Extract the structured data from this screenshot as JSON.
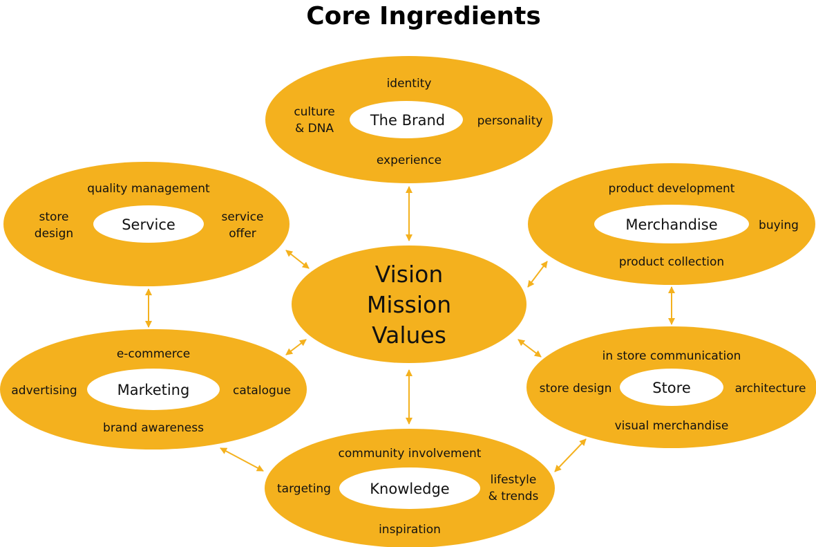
{
  "title": "Core Ingredients",
  "colors": {
    "accent": "#F4B11E",
    "inner": "#FFFFFF",
    "text": "#111111"
  },
  "hub": {
    "lines": [
      "Vision",
      "Mission",
      "Values"
    ]
  },
  "nodes": {
    "brand": {
      "center": "The Brand",
      "top": "identity",
      "bottom": "experience",
      "left": [
        "culture",
        "& DNA"
      ],
      "right": [
        "personality"
      ]
    },
    "service": {
      "center": "Service",
      "top": "quality management",
      "bottom": "",
      "left": [
        "store",
        "design"
      ],
      "right": [
        "service",
        "offer"
      ]
    },
    "merchandise": {
      "center": "Merchandise",
      "top": "product development",
      "bottom": "product collection",
      "left": [],
      "right": [
        "buying"
      ]
    },
    "marketing": {
      "center": "Marketing",
      "top": "e-commerce",
      "bottom": "brand awareness",
      "left": [
        "advertising"
      ],
      "right": [
        "catalogue"
      ]
    },
    "store": {
      "center": "Store",
      "top": "in store communication",
      "bottom": "visual merchandise",
      "left": [
        "store design"
      ],
      "right": [
        "architecture"
      ]
    },
    "knowledge": {
      "center": "Knowledge",
      "top": "community involvement",
      "bottom": "inspiration",
      "left": [
        "targeting"
      ],
      "right": [
        "lifestyle",
        "& trends"
      ]
    }
  },
  "connections": [
    [
      "brand",
      "hub"
    ],
    [
      "service",
      "hub"
    ],
    [
      "merchandise",
      "hub"
    ],
    [
      "marketing",
      "hub"
    ],
    [
      "store",
      "hub"
    ],
    [
      "knowledge",
      "hub"
    ],
    [
      "service",
      "marketing"
    ],
    [
      "merchandise",
      "store"
    ],
    [
      "marketing",
      "knowledge"
    ],
    [
      "store",
      "knowledge"
    ]
  ]
}
